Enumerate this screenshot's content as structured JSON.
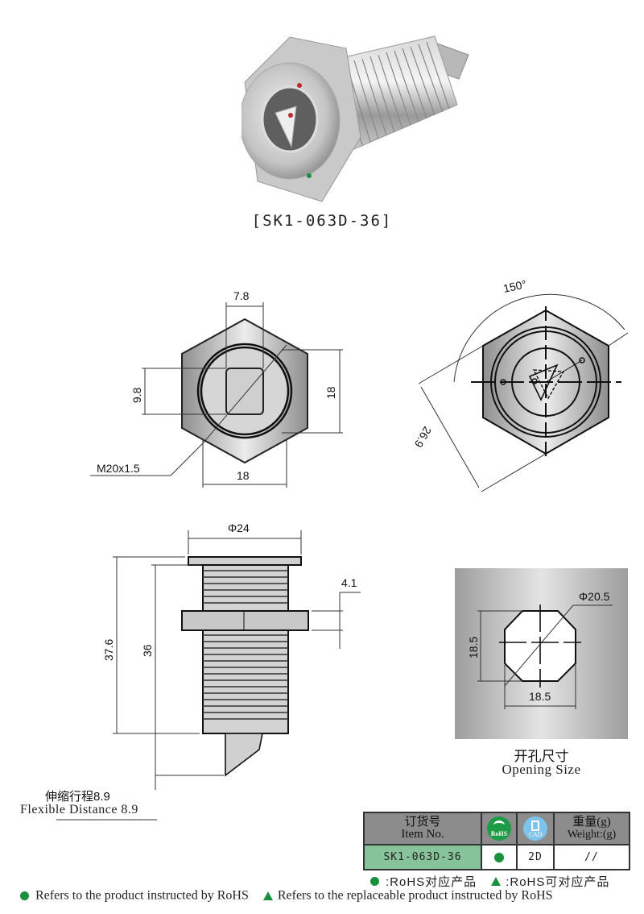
{
  "product": {
    "model_caption": "[SK1-063D-36]",
    "photo_alt": "stainless steel cam lock with triangular key"
  },
  "front_view": {
    "dims": {
      "square_width": "7.8",
      "square_height": "9.8",
      "flat_height": "18",
      "flat_width": "18",
      "thread": "M20x1.5"
    }
  },
  "rear_view": {
    "dims": {
      "angle": "150°",
      "across_corners": "26.9"
    }
  },
  "side_view": {
    "dims": {
      "flange_diameter": "Φ24",
      "total_length": "37.6",
      "body_length": "36",
      "nut_thickness": "4.1"
    }
  },
  "flexible_distance": {
    "label_cn": "伸缩行程8.9",
    "label_en": "Flexible Distance 8.9"
  },
  "opening_size": {
    "diameter": "Φ20.5",
    "height": "18.5",
    "width": "18.5",
    "label_cn": "开孔尺寸",
    "label_en": "Opening Size"
  },
  "spec_table": {
    "headers": {
      "item_cn": "订货号",
      "item_en": "Item No.",
      "rohs_icon": "RoHS",
      "cad_icon": "CAD",
      "weight_cn": "重量(g)",
      "weight_en": "Weight:(g)"
    },
    "rows": [
      {
        "item_no": "SK1-063D-36",
        "rohs": "●",
        "cad": "2D",
        "weight": "//"
      }
    ]
  },
  "legend": {
    "cn_rohs": ":RoHS对应产品",
    "cn_replaceable": ":RoHS可对应产品",
    "en_rohs": "Refers to the product instructed by RoHS",
    "en_replaceable": "Refers to the replaceable product instructed by RoHS"
  },
  "colors": {
    "rohs_green": "#1a8f3c",
    "item_cell_green": "#86c39b",
    "header_gray": "#8c8c8c",
    "cad_blue": "#7ec3ec"
  }
}
